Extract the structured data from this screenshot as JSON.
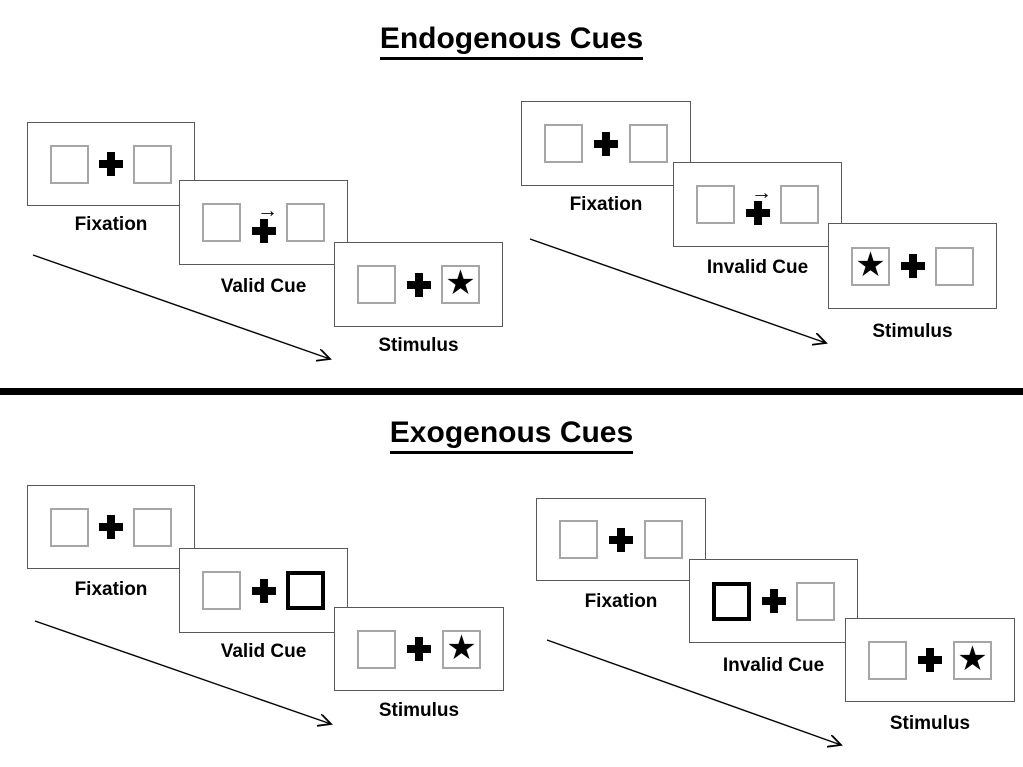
{
  "diagram": {
    "kind": "spatial-cueing-paradigm",
    "divider_between_sections": true,
    "sections": [
      {
        "title": "Endogenous Cues",
        "groups": [
          {
            "name": "valid-cue-sequence",
            "panels": [
              {
                "label": "Fixation",
                "left_box": "empty",
                "center_symbol": "fixation-cross",
                "right_box": "empty"
              },
              {
                "label": "Valid Cue",
                "left_box": "empty",
                "center_symbol": "fixation-cross-with-right-arrow",
                "right_box": "empty"
              },
              {
                "label": "Stimulus",
                "left_box": "empty",
                "center_symbol": "fixation-cross",
                "right_box": "star"
              }
            ]
          },
          {
            "name": "invalid-cue-sequence",
            "panels": [
              {
                "label": "Fixation",
                "left_box": "empty",
                "center_symbol": "fixation-cross",
                "right_box": "empty"
              },
              {
                "label": "Invalid Cue",
                "left_box": "empty",
                "center_symbol": "fixation-cross-with-right-arrow",
                "right_box": "empty"
              },
              {
                "label": "Stimulus",
                "left_box": "star",
                "center_symbol": "fixation-cross",
                "right_box": "empty"
              }
            ]
          }
        ]
      },
      {
        "title": "Exogenous Cues",
        "groups": [
          {
            "name": "valid-cue-sequence",
            "panels": [
              {
                "label": "Fixation",
                "left_box": "empty",
                "center_symbol": "fixation-cross",
                "right_box": "empty"
              },
              {
                "label": "Valid Cue",
                "left_box": "empty",
                "center_symbol": "fixation-cross",
                "right_box": "highlighted-box"
              },
              {
                "label": "Stimulus",
                "left_box": "empty",
                "center_symbol": "fixation-cross",
                "right_box": "star"
              }
            ]
          },
          {
            "name": "invalid-cue-sequence",
            "panels": [
              {
                "label": "Fixation",
                "left_box": "empty",
                "center_symbol": "fixation-cross",
                "right_box": "empty"
              },
              {
                "label": "Invalid Cue",
                "left_box": "highlighted-box",
                "center_symbol": "fixation-cross",
                "right_box": "empty"
              },
              {
                "label": "Stimulus",
                "left_box": "empty",
                "center_symbol": "fixation-cross",
                "right_box": "star"
              }
            ]
          }
        ]
      }
    ]
  },
  "glyphs": {
    "star": "★",
    "cue_arrow": "→",
    "fixation_cross_icon": "heavy-plus",
    "timeline_arrow_icon": "diagonal-down-right-arrow"
  },
  "colors": {
    "background": "#ffffff",
    "ink": "#000000",
    "panel_border": "#595959",
    "box_border": "#a6a6a6",
    "cue_box_border": "#000000"
  }
}
